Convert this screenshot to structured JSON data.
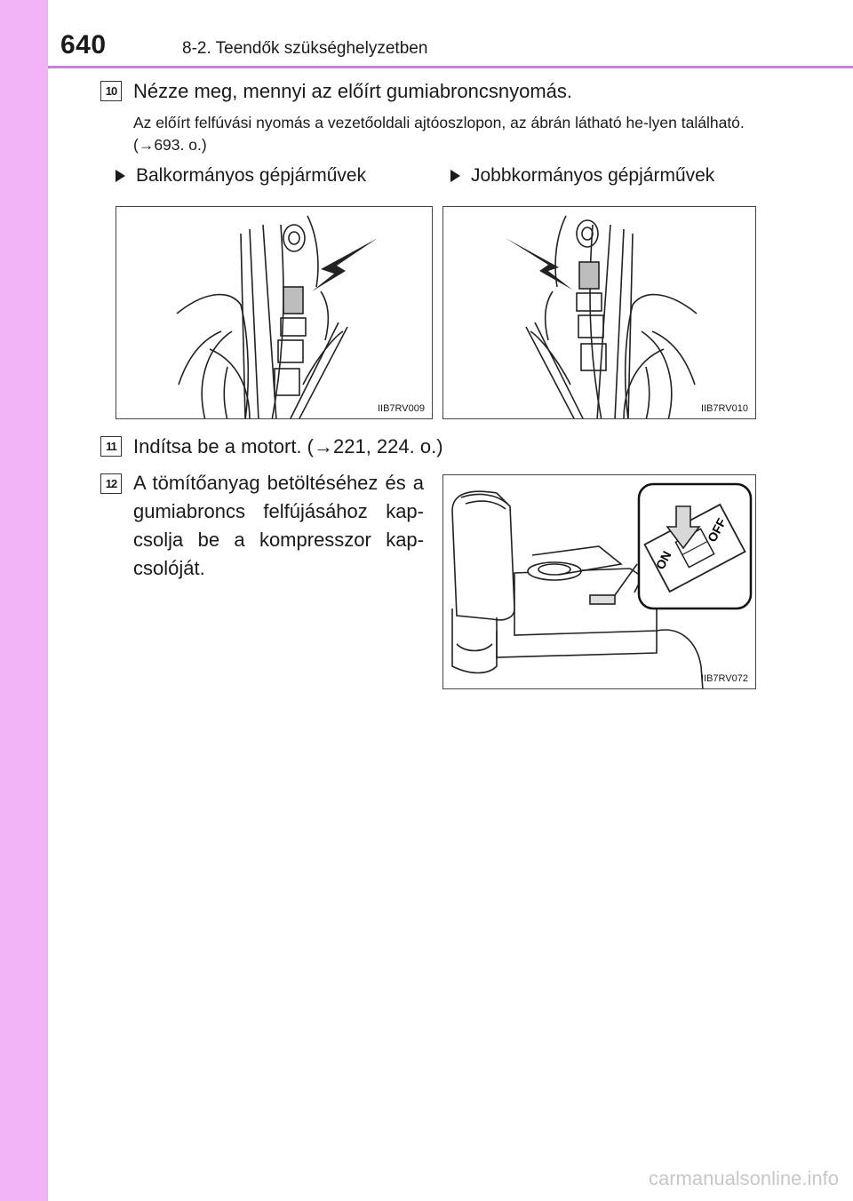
{
  "header": {
    "page_number": "640",
    "section_title": "8-2. Teendők szükséghelyzetben"
  },
  "steps": {
    "s10": {
      "badge": "10",
      "title": "Nézze meg, mennyi az előírt gumiabroncsnyomás.",
      "note": "Az előírt felfúvási nyomás a vezetőoldali ajtóoszlopon, az ábrán látható he-lyen található. (→693. o.)"
    },
    "s11": {
      "badge": "11",
      "title": "Indítsa be a motort. (→221, 224. o.)"
    },
    "s12": {
      "badge": "12",
      "text": "A tömítőanyag betöltéséhez és a gumiabroncs felfújásához kap-csolja be a kompresszor kap-csolóját."
    }
  },
  "columns": {
    "left_heading": "Balkormányos gépjárművek",
    "right_heading": "Jobbkormányos gépjárművek"
  },
  "figures": {
    "left_code": "IIB7RV009",
    "right_code": "IIB7RV010",
    "compressor_code": "IIB7RV072",
    "switch_on": "ON",
    "switch_off": "OFF"
  },
  "colors": {
    "sidebar": "#f2b3f5",
    "header_rule": "#c882d6"
  },
  "watermark": "carmanualsonline.info"
}
